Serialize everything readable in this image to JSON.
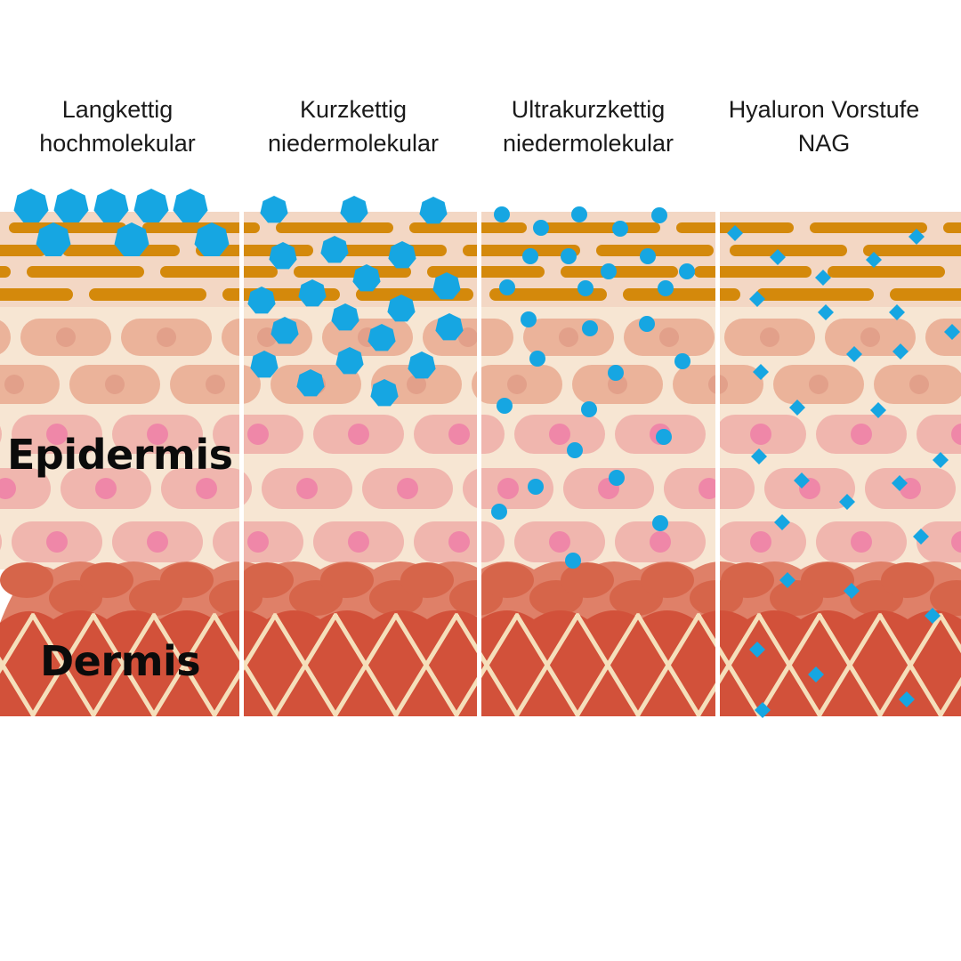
{
  "columns": [
    {
      "line1": "Langkettig",
      "line2": "hochmolekular",
      "marker": "large-heptagon"
    },
    {
      "line1": "Kurzkettig",
      "line2": "niedermolekular",
      "marker": "medium-heptagon"
    },
    {
      "line1": "Ultrakurzkettig",
      "line2": "niedermolekular",
      "marker": "small-dot"
    },
    {
      "line1": "Hyaluron Vorstufe",
      "line2": "NAG",
      "marker": "small-diamond"
    }
  ],
  "labels": {
    "epidermis": "Epidermis",
    "dermis": "Dermis"
  },
  "colors": {
    "molecule": "#16a6e2",
    "stratum_corneum": "#d4890b",
    "stratum_bg": "#f3d7c4",
    "cell_upper": "#ebb39a",
    "cell_lower": "#f0b6ae",
    "nucleus_upper": "#e2a08a",
    "nucleus_lower": "#ef87a8",
    "basal": "#df8068",
    "basal_cell": "#d6654a",
    "dermis": "#d2513a",
    "fiber": "#f5dfbb",
    "divider": "#ffffff"
  }
}
